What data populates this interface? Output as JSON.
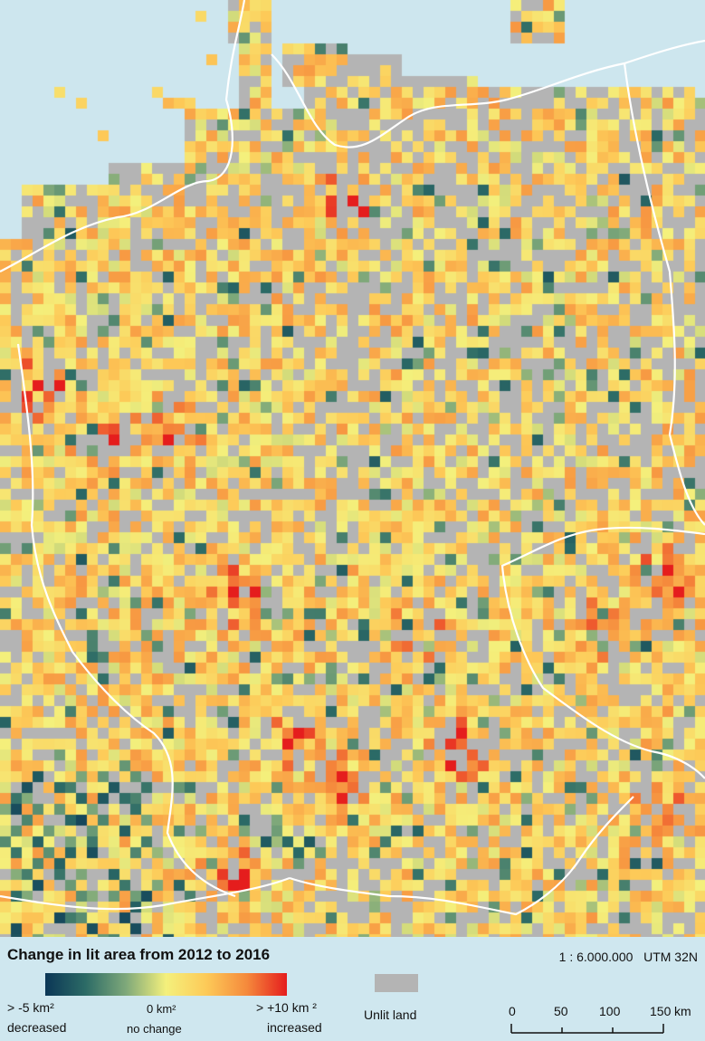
{
  "legend": {
    "title": "Change in lit area from 2012 to 2016",
    "min_label": "> -5 km²",
    "min_sublabel": "decreased",
    "mid_label": "0 km²",
    "mid_sublabel": "no change",
    "max_label": "> +10 km ²",
    "max_sublabel": "increased",
    "unlit_label": "Unlit land",
    "ramp_colors": [
      "#0b3656",
      "#2c6b66",
      "#7ea87a",
      "#f4f07c",
      "#fdca58",
      "#f58a3c",
      "#e51d1d"
    ]
  },
  "map_info": {
    "scale": "1 : 6.000.000",
    "projection": "UTM 32N"
  },
  "scalebar": {
    "ticks": [
      "0",
      "50",
      "100",
      "150"
    ],
    "unit": "km"
  },
  "colors": {
    "water": "#cde6ee",
    "unlit": "#b4b4b4",
    "border": "#ffffff"
  }
}
